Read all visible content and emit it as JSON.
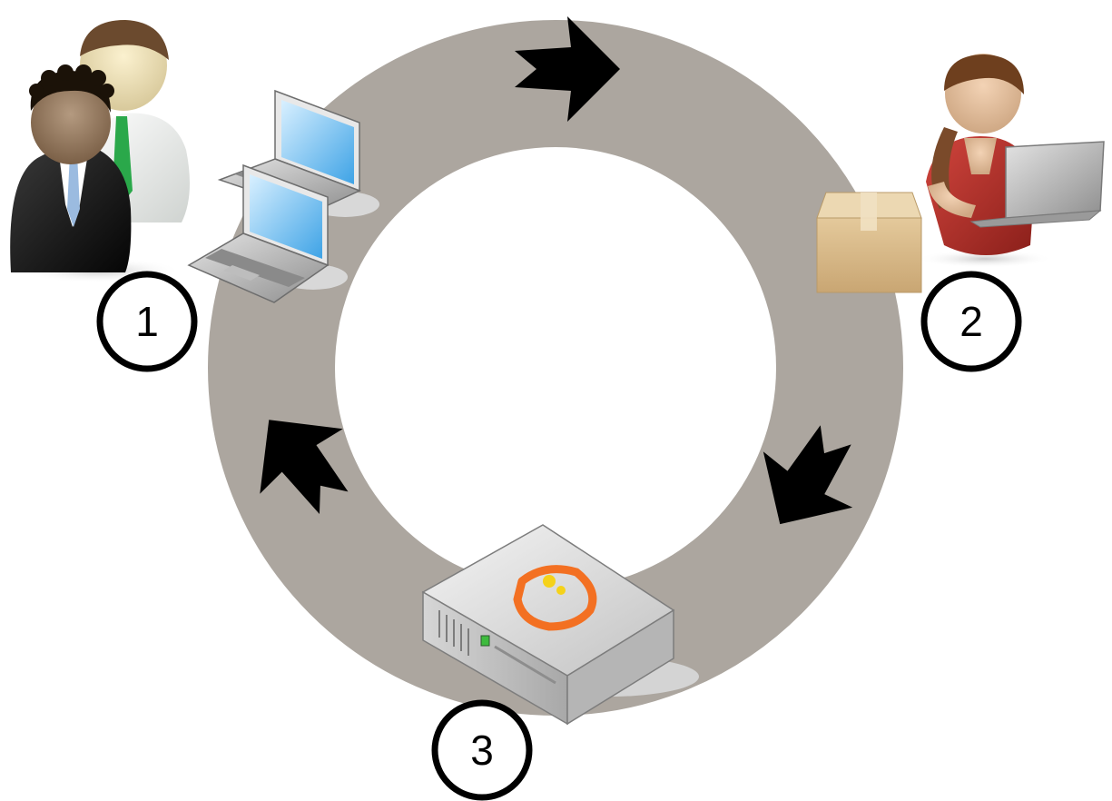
{
  "colors": {
    "ring": "#aca69f",
    "arrow": "#000000",
    "badge_stroke": "#000000",
    "laptop_screen": "#5fb6ee",
    "box": "#d9bd8f",
    "server_logo": "#f37022",
    "person_shirt_red": "#b8352f"
  },
  "icons": {
    "group": "business-people-icon",
    "laptops": "two-laptops-icon",
    "person": "woman-with-laptop-icon",
    "package": "cardboard-box-icon",
    "server": "server-icon"
  },
  "steps": [
    {
      "number": "1"
    },
    {
      "number": "2"
    },
    {
      "number": "3"
    }
  ]
}
